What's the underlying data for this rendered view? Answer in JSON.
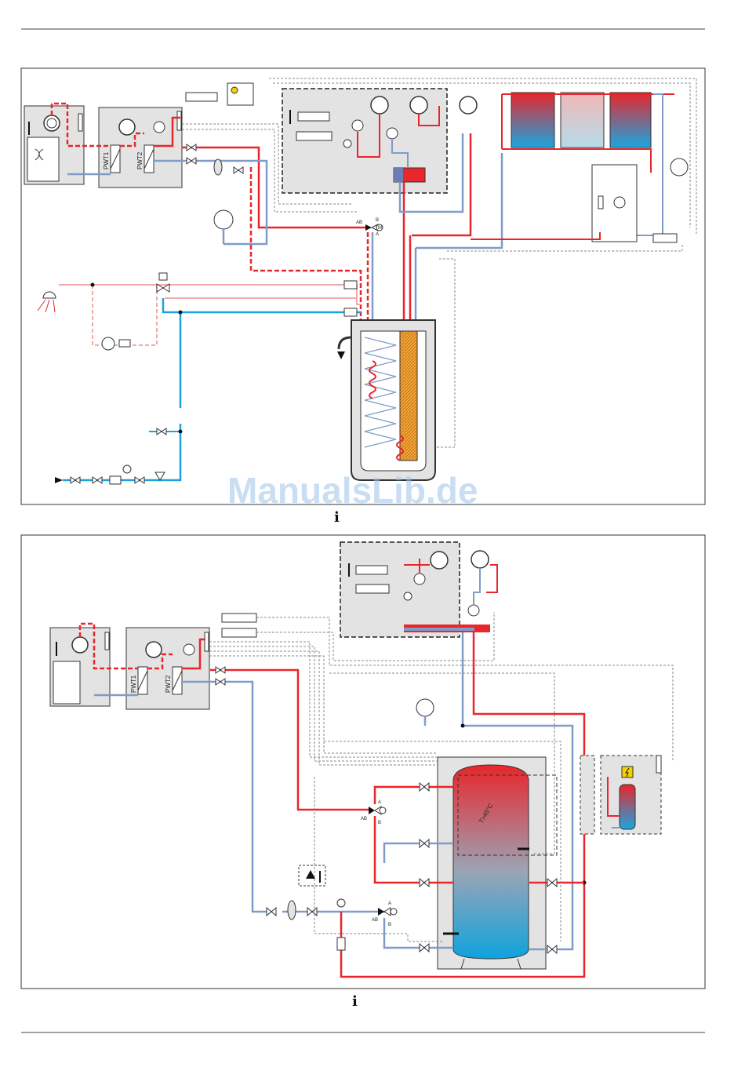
{
  "diagram1": {
    "labels": {
      "pwt1": "PWT1",
      "pwt2": "PWT2",
      "valve_ab": "AB",
      "valve_b": "B",
      "valve_a": "A",
      "motor": "M"
    },
    "info_icon": "i"
  },
  "diagram2": {
    "labels": {
      "pwt1": "PWT1",
      "pwt2": "PWT2",
      "valve_ab": "AB",
      "valve_b": "B",
      "valve_a": "A",
      "motor": "M",
      "tank_temp": "T>45°C"
    },
    "info_icon": "i"
  },
  "watermark": "ManualsLib.de",
  "colors": {
    "hot": "#e8262b",
    "cold": "#7f9cc9",
    "dhw_cold": "#1aa3e0",
    "frame": "#555555",
    "panel": "#e3e3e3",
    "control": "#888888"
  }
}
